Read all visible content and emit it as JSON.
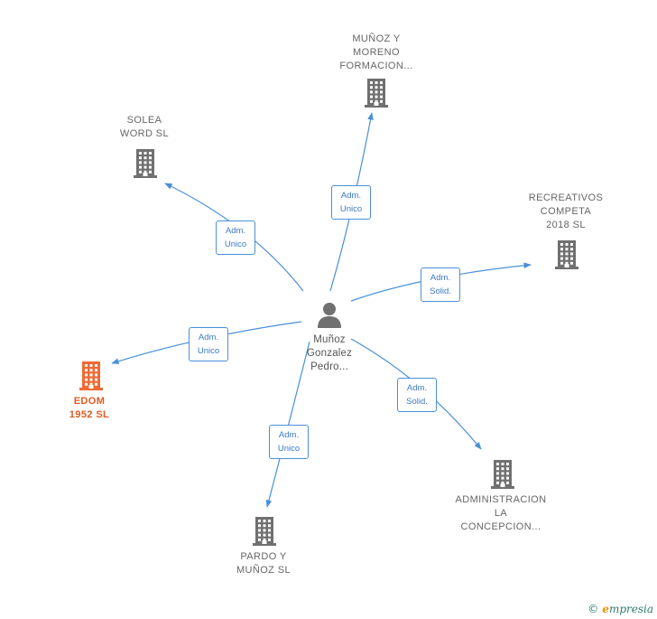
{
  "center": {
    "label": "Muñoz\nGonzalez\nPedro..."
  },
  "companies": [
    {
      "id": "munoz-y-moreno",
      "label": "MUÑOZ Y\nMORENO\nFORMACION...",
      "role": "Adm.\nUnico",
      "highlight": false
    },
    {
      "id": "solea-word",
      "label": "SOLEA\nWORD SL",
      "role": "Adm.\nUnico",
      "highlight": false
    },
    {
      "id": "recreativos-competa",
      "label": "RECREATIVOS\nCOMPETA\n2018  SL",
      "role": "Adm.\nSolid.",
      "highlight": false
    },
    {
      "id": "edom-1952",
      "label": "EDOM\n1952  SL",
      "role": "Adm.\nUnico",
      "highlight": true
    },
    {
      "id": "administracion-la-concepcion",
      "label": "ADMINISTRACION\nLA\nCONCEPCION...",
      "role": "Adm.\nSolid.",
      "highlight": false
    },
    {
      "id": "pardo-y-munoz",
      "label": "PARDO Y\nMUÑOZ  SL",
      "role": "Adm.\nUnico",
      "highlight": false
    }
  ],
  "colors": {
    "edge": "#4a90d9",
    "building": "#707070",
    "building_highlight": "#f06a35",
    "person": "#707070"
  },
  "brand": {
    "copyright": "©",
    "initial": "e",
    "name": "mpresia"
  }
}
